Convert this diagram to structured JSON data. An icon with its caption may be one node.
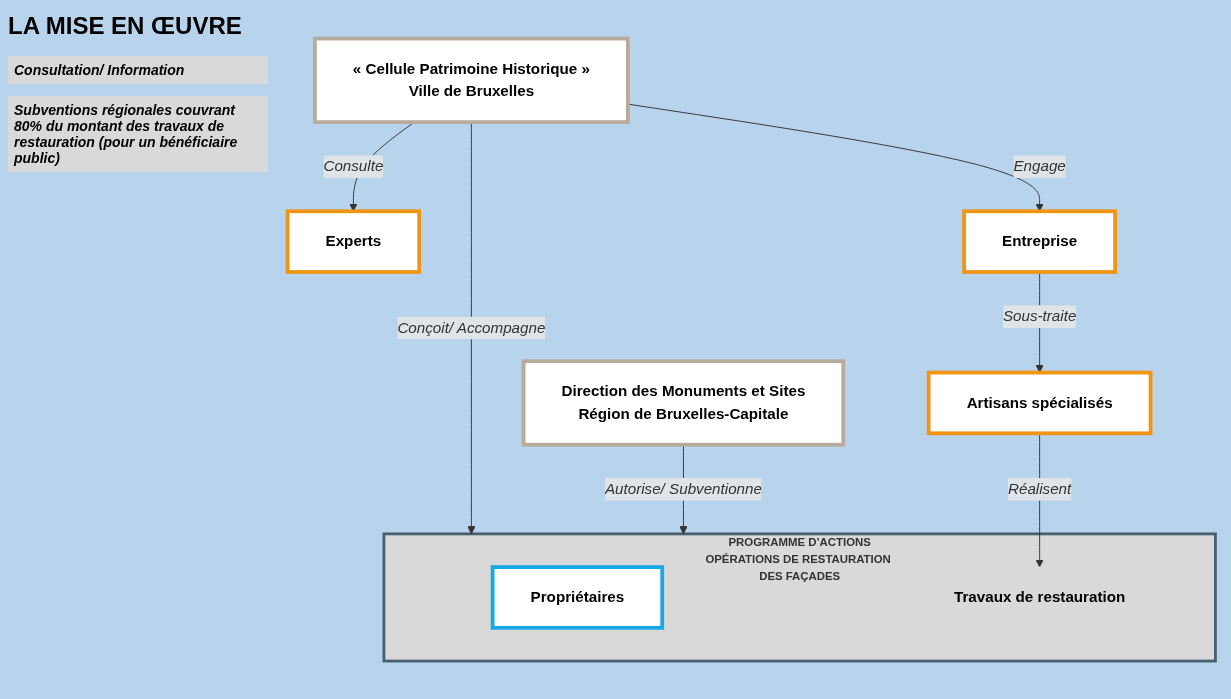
{
  "diagram": {
    "title": "LA MISE EN ŒUVRE",
    "nodes": [
      {
        "text": [
          "Experts"
        ]
      },
      {
        "text": [
          "« Cellule Patrimoine Historique »",
          "Ville de Bruxelles"
        ]
      },
      {
        "text": [
          "Direction des Monuments et Sites",
          "Région de Bruxelles-Capitale"
        ]
      },
      {
        "text": [
          "PROGRAMME D’ACTIONS",
          "OPÉRATIONS DE RESTAURATION DES FAÇADES"
        ]
      },
      {
        "text": [
          "Propriétaires"
        ],
        "in": 3
      },
      {
        "text": [
          "Travaux de restauration"
        ],
        "in": 3
      },
      {
        "text": [
          "Entreprise"
        ]
      },
      {
        "text": [
          "Artisans spécialisés"
        ]
      }
    ],
    "edges": [
      {
        "from": 1,
        "to": 0,
        "arrow": "to",
        "label": "Consulte"
      },
      {
        "from": 1,
        "to": 6,
        "arrow": "to",
        "label": "Engage"
      },
      {
        "from": 1,
        "to": 3,
        "arrow": "to",
        "label": "Conçoit/ Accompagne"
      },
      {
        "from": 2,
        "to": 3,
        "arrow": "to",
        "label": "Autorise/ Subventionne"
      },
      {
        "from": 6,
        "to": 7,
        "arrow": "to",
        "label": "Sous-traite"
      },
      {
        "from": 7,
        "to": 5,
        "arrow": "to",
        "label": "Réalisent"
      }
    ],
    "labels": [
      "Consultation/ Information",
      "Subventions régionales couvrant 80% du montant des travaux de restauration (pour un bénéficiaire public)"
    ]
  }
}
